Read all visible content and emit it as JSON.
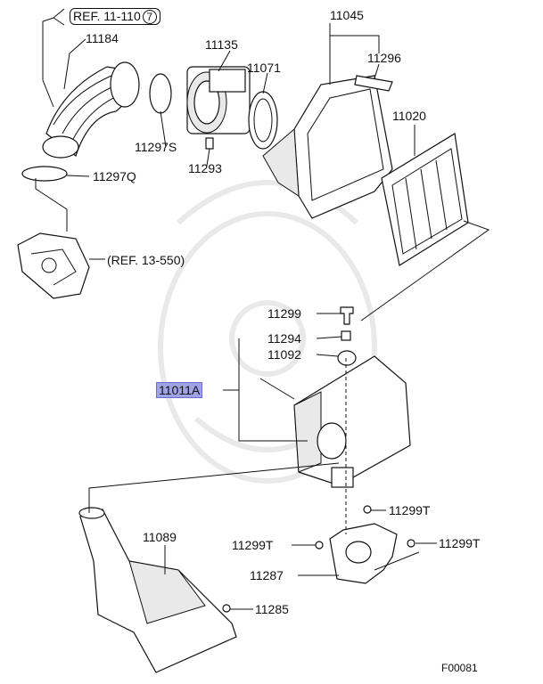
{
  "labels": {
    "ref_top": "REF. 11-110",
    "ref_top_circle": "7",
    "p11184": "11184",
    "p11135": "11135",
    "p11045": "11045",
    "p11296": "11296",
    "p11071": "11071",
    "p11020": "11020",
    "p11297S": "11297S",
    "p11293": "11293",
    "p11297Q": "11297Q",
    "ref_mid": "(REF. 13-550)",
    "p11299": "11299",
    "p11294": "11294",
    "p11092": "11092",
    "p11011A": "11011A",
    "p11089": "11089",
    "p11299T_a": "11299T",
    "p11299T_b": "11299T",
    "p11299T_c": "11299T",
    "p11287": "11287",
    "p11285": "11285",
    "figure_code": "F00081"
  },
  "highlight_color": "#9fa3e6"
}
